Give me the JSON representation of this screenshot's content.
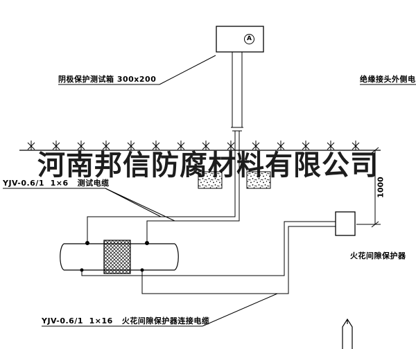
{
  "company_watermark": "河南邦信防腐材料有限公司",
  "test_box": {
    "label": "阴极保护测试箱 300x200",
    "meter": "A"
  },
  "cables": {
    "insulating_joint_outer": "绝缘接头外侧电缆",
    "test_cable": "YJV-0.6/1  1×6   测试电缆",
    "protector_cable": "YJV-0.6/1  1×16   火花间隙保护器连接电缆"
  },
  "protector": {
    "label": "火花间隙保护器"
  },
  "dimension": {
    "value": "1000"
  }
}
